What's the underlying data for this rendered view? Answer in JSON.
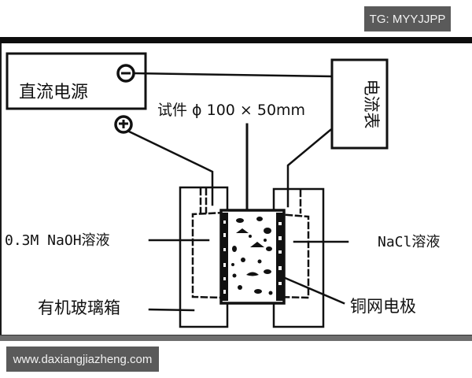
{
  "watermarks": {
    "top": "TG: MYYJJPP",
    "bottom": "www.daxiangjiazheng.com"
  },
  "diagram": {
    "power_supply": {
      "label": "直流电源",
      "negative_terminal": "−",
      "positive_terminal": "+"
    },
    "ammeter": {
      "label": "电流表"
    },
    "specimen": {
      "label": "试件 ϕ 100 × 50mm"
    },
    "labels": {
      "naoh_solution": "0.3M NaOH溶液",
      "nacl_solution": "NaCl溶液",
      "acrylic_box": "有机玻璃箱",
      "copper_mesh_electrode": "铜网电极"
    },
    "colors": {
      "line": "#111111",
      "background": "#ffffff",
      "top_bar": "#0d0d0d",
      "bottom_band": "#6e6e6e",
      "watermark_bg": "#5a5a5a"
    }
  }
}
